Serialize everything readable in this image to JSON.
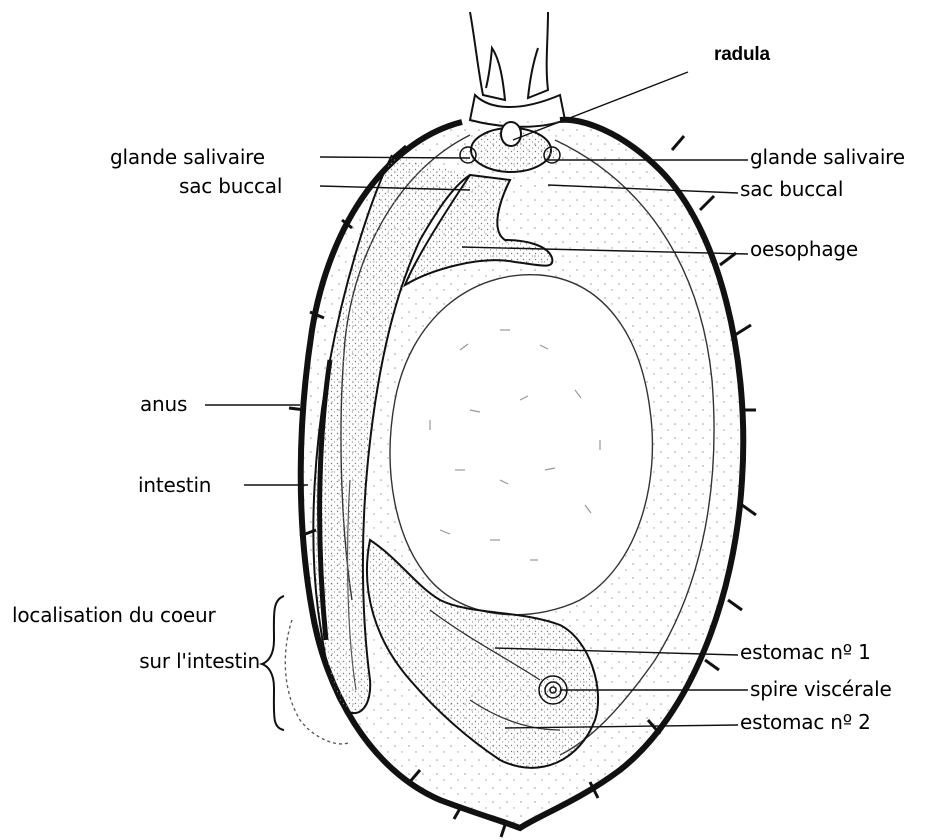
{
  "labels": {
    "radula": "radula",
    "glande_salivaire_left": "glande salivaire",
    "sac_buccal_left": "sac buccal",
    "glande_salivaire_right": "glande salivaire",
    "sac_buccal_right": "sac buccal",
    "oesophage": "oesophage",
    "anus": "anus",
    "intestin": "intestin",
    "localisation_line1": "localisation du coeur",
    "localisation_line2": "sur l'intestin",
    "estomac1": "estomac nº 1",
    "spire": "spire viscérale",
    "estomac2": "estomac nº 2"
  },
  "colors": {
    "ink": "#111111",
    "stipple": "#8a8a8a",
    "background": "#ffffff"
  }
}
